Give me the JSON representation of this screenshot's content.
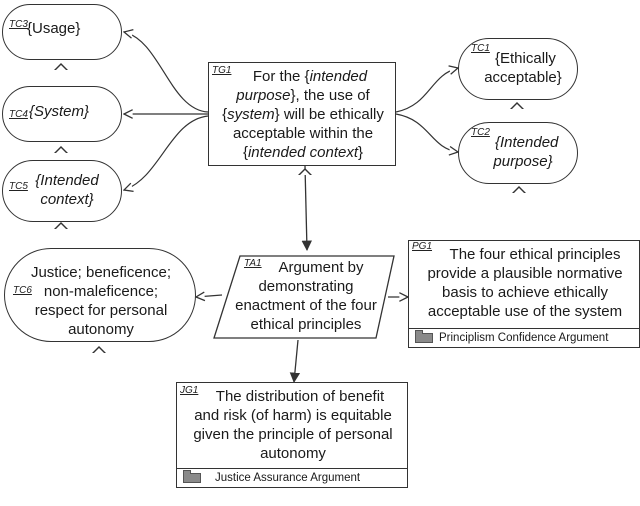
{
  "nodes": {
    "tc3": {
      "id": "TC3",
      "text": "{Usage}"
    },
    "tc4": {
      "id": "TC4",
      "text": "{System}"
    },
    "tc5": {
      "id": "TC5",
      "line1": "{Intended",
      "line2": "context}"
    },
    "tg1": {
      "id": "TG1",
      "l1a": "For the {",
      "l1b": "intended",
      "l2a": "purpose",
      "l2b": "}, the use of",
      "l3a": "{",
      "l3b": "system",
      "l3c": "} will be ethically",
      "l4": "acceptable within the",
      "l5a": "{",
      "l5b": "intended context",
      "l5c": "}"
    },
    "tc1": {
      "id": "TC1",
      "line1": "{Ethically",
      "line2": "acceptable}"
    },
    "tc2": {
      "id": "TC2",
      "line1": "{Intended",
      "line2": "purpose}"
    },
    "tc6": {
      "id": "TC6",
      "line1": "Justice; beneficence;",
      "line2": "non-maleficence;",
      "line3": "respect for personal",
      "line4": "autonomy"
    },
    "ta1": {
      "id": "TA1",
      "line1": "Argument by",
      "line2": "demonstrating",
      "line3": "enactment of the four",
      "line4": "ethical principles"
    },
    "pg1": {
      "id": "PG1",
      "line1": "The four ethical principles",
      "line2": "provide a plausible normative",
      "line3": "basis to achieve ethically",
      "line4": "acceptable use of the system",
      "footer": "Principlism Confidence Argument"
    },
    "jg1": {
      "id": "JG1",
      "line1": "The distribution of benefit",
      "line2": "and risk (of harm) is equitable",
      "line3": "given the principle of personal",
      "line4": "autonomy",
      "footer": "Justice Assurance Argument"
    }
  }
}
